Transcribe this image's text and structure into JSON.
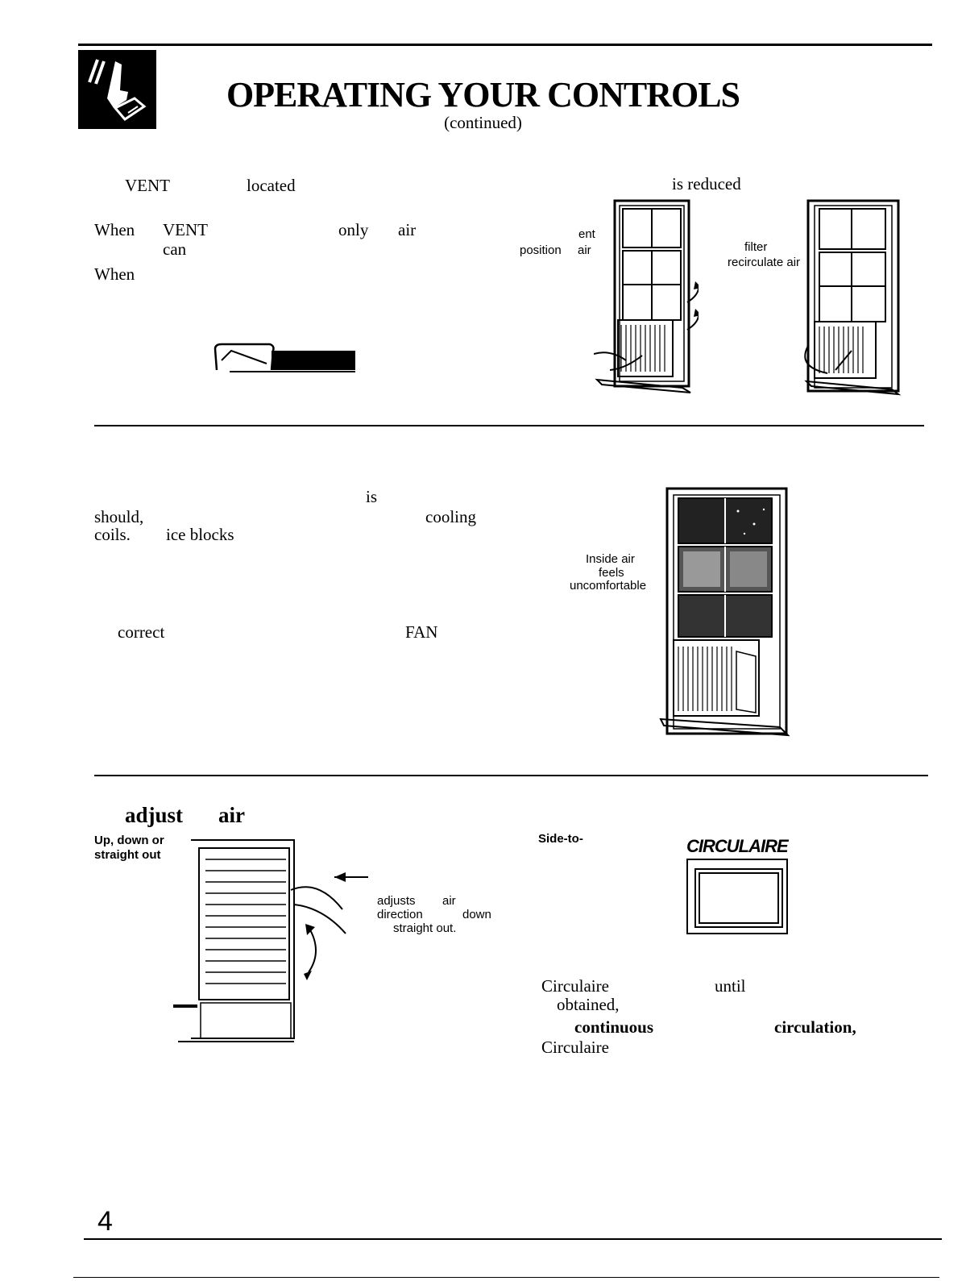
{
  "header": {
    "title": "OPERATING YOUR CONTROLS",
    "subtitle": "(continued)"
  },
  "vent_section": {
    "text_fragments": [
      "VENT",
      "located",
      "When",
      "VENT",
      "only",
      "air",
      "can",
      "When"
    ],
    "caption_top_right": "is reduced",
    "figure_left_labels": [
      "ent",
      "position",
      "air"
    ],
    "figure_right_labels": [
      "filter",
      "recirculate air"
    ]
  },
  "humidity_section": {
    "text_fragments": [
      "is",
      "should,",
      "cooling",
      "coils.",
      "ice blocks",
      "correct",
      "FAN"
    ],
    "figure_labels": [
      "Inside air",
      "feels",
      "uncomfortable"
    ]
  },
  "air_direction_section": {
    "heading_fragments": [
      "adjust",
      "air"
    ],
    "left_label": [
      "Up, down or",
      "straight out"
    ],
    "louver_labels": [
      "adjusts",
      "air",
      "direction",
      "down",
      "straight out."
    ],
    "right_label": "Side-to-",
    "circulaire_label": "CIRCULAIRE",
    "text_fragments": [
      "Circulaire",
      "until",
      "obtained,",
      "continuous",
      "circulation,",
      "Circulaire"
    ]
  },
  "footer": {
    "page_number": "4"
  },
  "icon": {
    "name": "hand-pressing-button-icon"
  }
}
